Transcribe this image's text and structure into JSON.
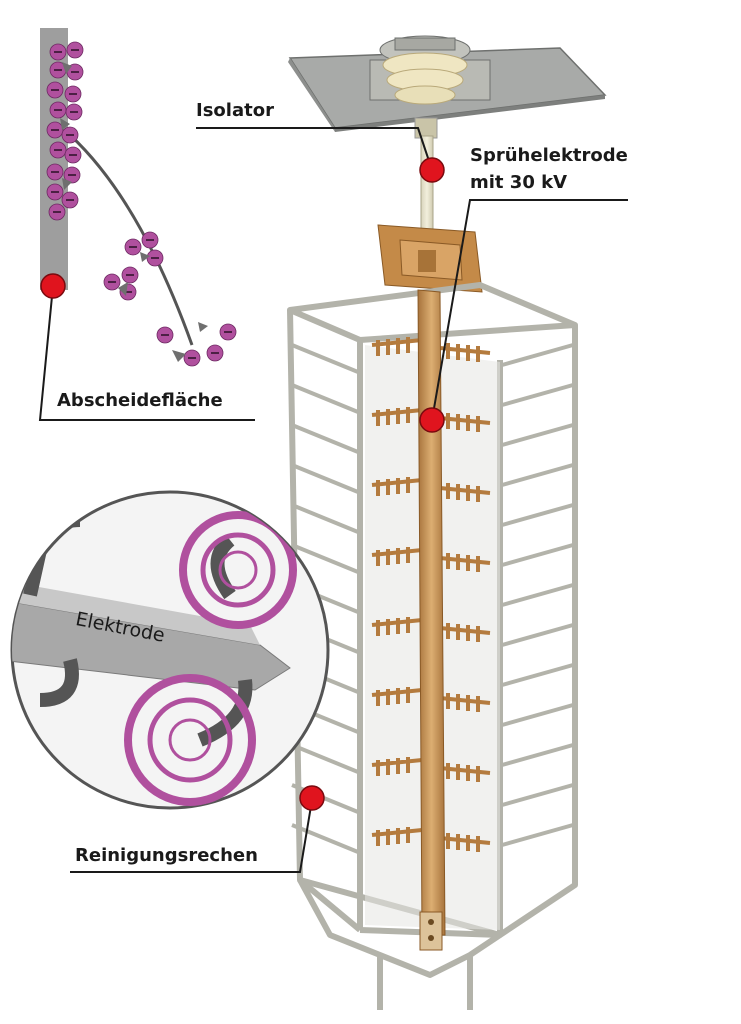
{
  "labels": {
    "isolator": "Isolator",
    "spray_line1": "Sprühelektrode",
    "spray_line2": "mit 30 kV",
    "collector": "Abscheidefläche",
    "cleaning": "Reinigungsrechen",
    "electrode": "Elektrode"
  },
  "colors": {
    "marker": "#e0141e",
    "charge": "#b0509e",
    "copper": "#c9924f",
    "frame": "#b8b8b0",
    "plate": "#9c9c9c"
  }
}
